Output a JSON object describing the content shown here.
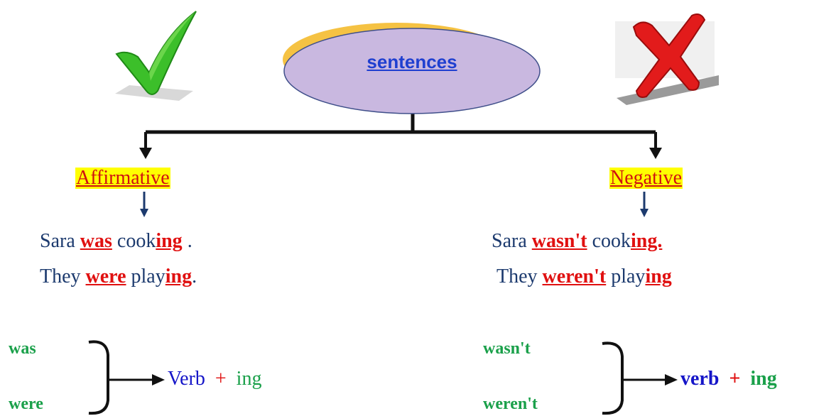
{
  "title": "sentences",
  "affirmative": {
    "label": "Affirmative",
    "s1": {
      "pre": "Sara ",
      "aux": "was",
      "mid": " cook",
      "suffix": "ing",
      "post": " ."
    },
    "s2": {
      "pre": "They ",
      "aux": "were",
      "mid": " play",
      "suffix": "ing",
      "post": "."
    },
    "formula": {
      "aux1": "was",
      "aux2": "were",
      "verb": "Verb",
      "plus": "+",
      "ing": "ing"
    }
  },
  "negative": {
    "label": "Negative",
    "s1": {
      "pre": "Sara ",
      "aux": "wasn't",
      "mid": " cook",
      "suffix": "ing.",
      "post": ""
    },
    "s2": {
      "pre": "They ",
      "aux": "weren't",
      "mid": " play",
      "suffix": "ing",
      "post": ""
    },
    "formula": {
      "aux1": "wasn't",
      "aux2": "weren't",
      "verb": "verb",
      "plus": "+",
      "ing": "ing"
    }
  },
  "colors": {
    "accent_red": "#e01010",
    "green": "#1aa04a",
    "navy": "#1c3a6e",
    "highlight": "#ffff00",
    "ellipse": "#c9b8e0"
  },
  "icons": {
    "check": "green-checkmark-icon",
    "cross": "red-x-icon"
  }
}
